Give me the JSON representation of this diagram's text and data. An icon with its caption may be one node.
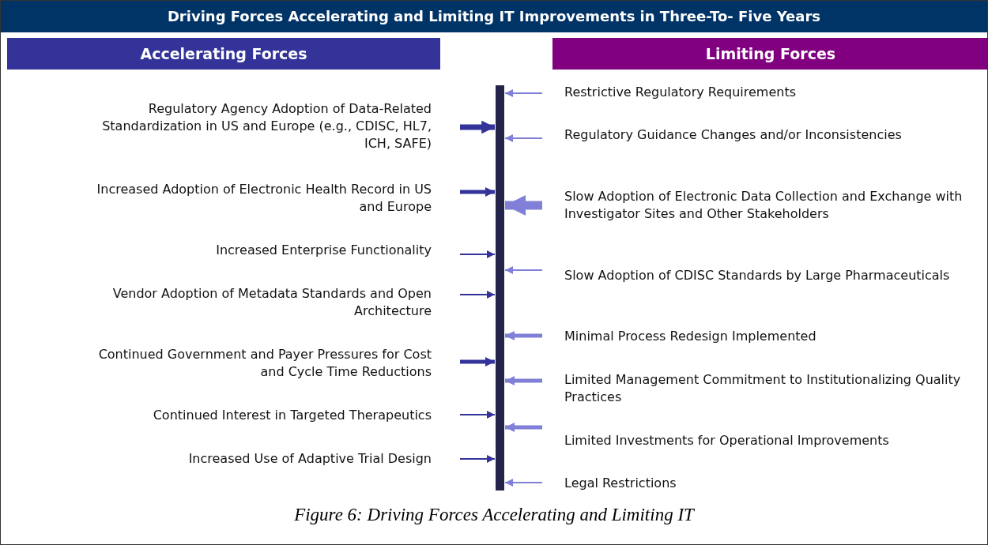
{
  "diagram": {
    "title": "Driving Forces Accelerating and Limiting IT Improvements in Three-To- Five Years",
    "caption": "Figure 6: Driving Forces Accelerating and Limiting IT",
    "nodes": [
      {
        "text": [
          "Accelerating Forces"
        ]
      },
      {
        "text": [
          "Limiting Forces"
        ]
      },
      {
        "text": [
          "Regulatory Agency Adoption of Data-Related Standardization in US and Europe (e.g., CDISC, HL7, ICH, SAFE)"
        ]
      },
      {
        "text": [
          "Increased Adoption of Electronic Health Record in US and Europe"
        ]
      },
      {
        "text": [
          "Increased Enterprise Functionality"
        ]
      },
      {
        "text": [
          "Vendor Adoption of Metadata Standards and Open Architecture"
        ]
      },
      {
        "text": [
          "Continued Government and Payer Pressures for Cost and Cycle Time Reductions"
        ]
      },
      {
        "text": [
          "Continued Interest in Targeted Therapeutics"
        ]
      },
      {
        "text": [
          "Increased Use of Adaptive Trial Design"
        ]
      },
      {
        "text": [],
        "shape": "bar"
      },
      {
        "text": [
          "Restrictive Regulatory Requirements"
        ]
      },
      {
        "text": [
          "Regulatory Guidance Changes and/or Inconsistencies"
        ]
      },
      {
        "text": [
          "Slow Adoption of Electronic Data Collection and Exchange with Investigator Sites and Other Stakeholders"
        ]
      },
      {
        "text": [
          "Slow Adoption of CDISC Standards by Large Pharmaceuticals"
        ]
      },
      {
        "text": [
          "Minimal Process Redesign Implemented"
        ]
      },
      {
        "text": [
          "Limited Management Commitment to Institutionalizing Quality Practices"
        ]
      },
      {
        "text": [
          "Limited Investments for Operational Improvements"
        ]
      },
      {
        "text": [
          "Legal Restrictions"
        ]
      }
    ],
    "edges": [
      {
        "from": 2,
        "to": 9,
        "arrow": "to",
        "style": "thick"
      },
      {
        "from": 3,
        "to": 9,
        "arrow": "to",
        "style": "thick"
      },
      {
        "from": 4,
        "to": 9,
        "arrow": "to"
      },
      {
        "from": 5,
        "to": 9,
        "arrow": "to"
      },
      {
        "from": 6,
        "to": 9,
        "arrow": "to",
        "style": "thick"
      },
      {
        "from": 7,
        "to": 9,
        "arrow": "to"
      },
      {
        "from": 8,
        "to": 9,
        "arrow": "to"
      },
      {
        "from": 10,
        "to": 9,
        "arrow": "to",
        "color": "#8080d8"
      },
      {
        "from": 11,
        "to": 9,
        "arrow": "to",
        "color": "#8080d8"
      },
      {
        "from": 12,
        "to": 9,
        "arrow": "to",
        "style": "thick",
        "color": "#8080d8"
      },
      {
        "from": 13,
        "to": 9,
        "arrow": "to",
        "color": "#8080d8"
      },
      {
        "from": 14,
        "to": 9,
        "arrow": "to",
        "style": "thick",
        "color": "#8080d8"
      },
      {
        "from": 15,
        "to": 9,
        "arrow": "to",
        "style": "thick",
        "color": "#8080d8"
      },
      {
        "from": 16,
        "to": 9,
        "arrow": "to",
        "style": "thick",
        "color": "#8080d8"
      },
      {
        "from": 17,
        "to": 9,
        "arrow": "to",
        "color": "#8080d8"
      }
    ]
  }
}
